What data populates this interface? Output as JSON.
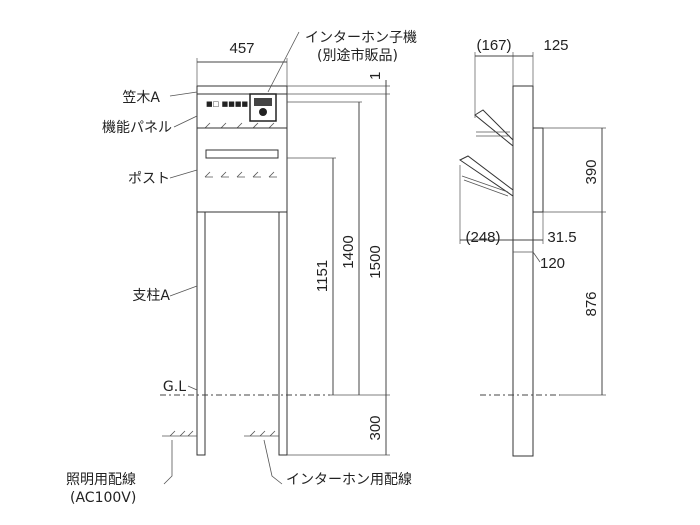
{
  "labels": {
    "kasagi": "笠木A",
    "panel": "機能パネル",
    "post": "ポスト",
    "pillar": "支柱A",
    "gl": "G.L",
    "intercom_unit": "インターホン子機",
    "intercom_sold_separately": "(別途市販品)",
    "lighting_wiring": "照明用配線",
    "lighting_voltage": "(AC100V)",
    "intercom_wiring": "インターホン用配線"
  },
  "front_dims": {
    "width": "457",
    "top_gap": "1",
    "h1500": "1500",
    "h1400": "1400",
    "h1151": "1151",
    "embed": "300"
  },
  "side_dims": {
    "top_left": "(167)",
    "top_right": "125",
    "h390": "390",
    "mid_left": "(248)",
    "mid_right": "31.5",
    "pillar_width": "120",
    "h876": "876"
  }
}
